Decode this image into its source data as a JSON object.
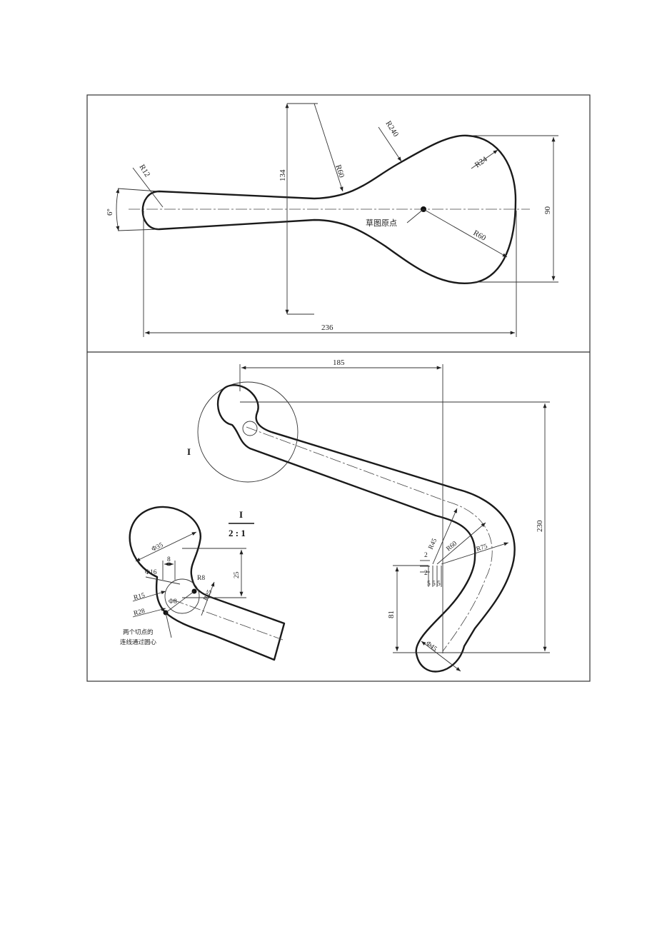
{
  "top_drawing": {
    "dim_134": "134",
    "dim_90": "90",
    "dim_236": "236",
    "angle_6": "6°",
    "radius_r12": "R12",
    "radius_r60_neck": "R60",
    "radius_r240": "R240",
    "radius_r24": "R24",
    "radius_r60_head": "R60",
    "origin_label": "草图原点"
  },
  "bottom_drawing": {
    "dim_185": "185",
    "dim_230": "230",
    "dim_81": "81",
    "dim_2_upper": "2",
    "dim_2_lower": "2",
    "dim_5a": "5",
    "dim_5b": "5",
    "dim_5c": "5",
    "radius_r45": "R45",
    "radius_r60": "R60",
    "radius_r75": "R75",
    "diameter_phi45": "Φ45",
    "detail_marker": "I"
  },
  "detail_view": {
    "title_numeral": "I",
    "scale": "2 : 1",
    "diameter_phi35": "Φ35",
    "diameter_phi16": "Φ16",
    "diameter_phi8": "Φ8",
    "dim_8": "8",
    "dim_25": "25",
    "radius_r8": "R8",
    "radius_r15": "R15",
    "radius_r25": "R25",
    "radius_r28": "R28",
    "note_line1": "两个切点的",
    "note_line2": "连线通过圆心"
  }
}
